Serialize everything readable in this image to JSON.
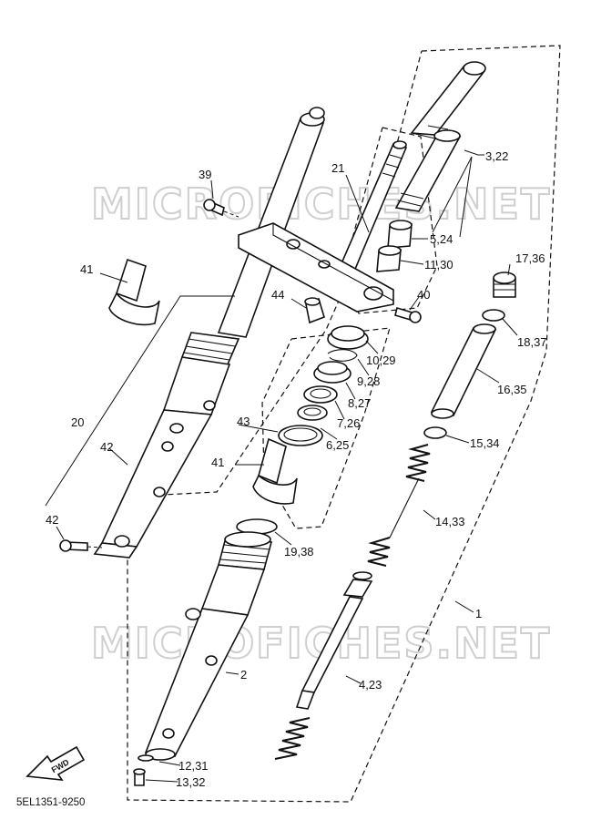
{
  "watermarks": [
    "MICROFICHES.NET",
    "MICROFICHES.NET"
  ],
  "diagram_code": "5EL1351-9250",
  "fwd_label": "FWD",
  "callouts": [
    {
      "id": "c1",
      "text": "1"
    },
    {
      "id": "c2",
      "text": "2"
    },
    {
      "id": "c3_22",
      "text": "3,22"
    },
    {
      "id": "c4_23",
      "text": "4,23"
    },
    {
      "id": "c5_24",
      "text": "5,24"
    },
    {
      "id": "c6_25",
      "text": "6,25"
    },
    {
      "id": "c7_26",
      "text": "7,26"
    },
    {
      "id": "c8_27",
      "text": "8,27"
    },
    {
      "id": "c9_28",
      "text": "9,28"
    },
    {
      "id": "c10_29",
      "text": "10,29"
    },
    {
      "id": "c11_30",
      "text": "11,30"
    },
    {
      "id": "c12_31",
      "text": "12,31"
    },
    {
      "id": "c13_32",
      "text": "13,32"
    },
    {
      "id": "c14_33",
      "text": "14,33"
    },
    {
      "id": "c15_34",
      "text": "15,34"
    },
    {
      "id": "c16_35",
      "text": "16,35"
    },
    {
      "id": "c17_36",
      "text": "17,36"
    },
    {
      "id": "c18_37",
      "text": "18,37"
    },
    {
      "id": "c19_38",
      "text": "19,38"
    },
    {
      "id": "c20",
      "text": "20"
    },
    {
      "id": "c21",
      "text": "21"
    },
    {
      "id": "c39",
      "text": "39"
    },
    {
      "id": "c40",
      "text": "40"
    },
    {
      "id": "c41a",
      "text": "41"
    },
    {
      "id": "c41b",
      "text": "41"
    },
    {
      "id": "c42a",
      "text": "42"
    },
    {
      "id": "c42b",
      "text": "42"
    },
    {
      "id": "c43",
      "text": "43"
    },
    {
      "id": "c44",
      "text": "44"
    }
  ]
}
